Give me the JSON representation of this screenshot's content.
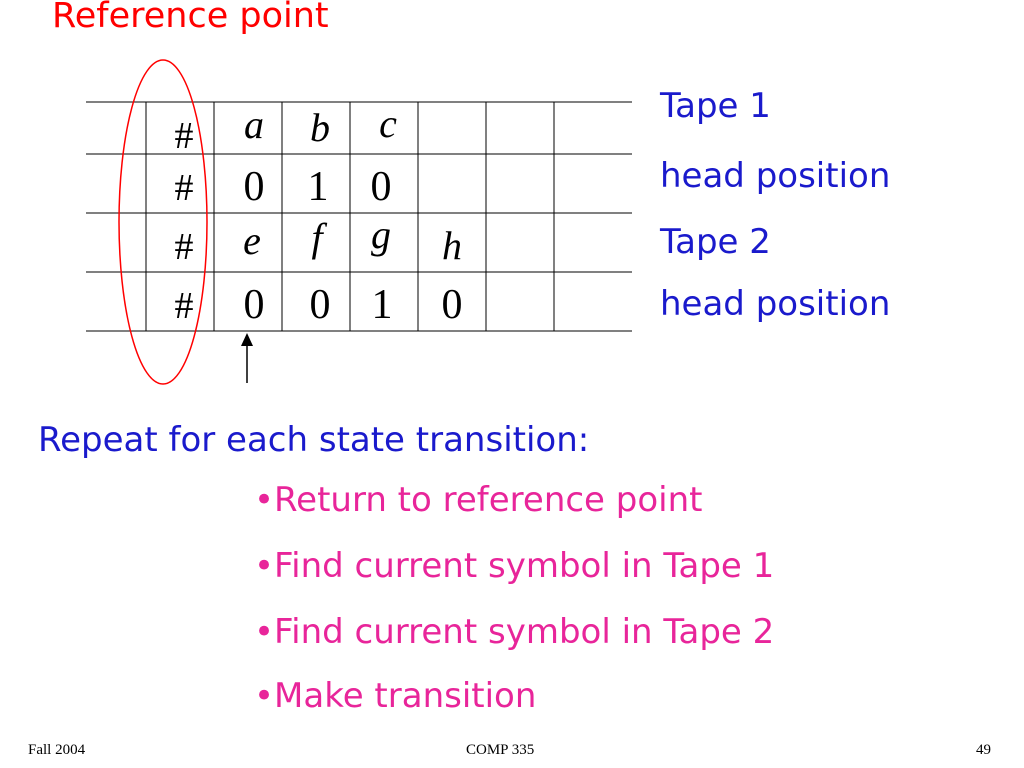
{
  "slide": {
    "title": "Reference point",
    "labels": {
      "tape1": "Tape 1",
      "tape1_head": "head position",
      "tape2": "Tape 2",
      "tape2_head": "head position"
    },
    "rows": [
      {
        "cells": [
          "#",
          "a",
          "b",
          "c"
        ]
      },
      {
        "cells": [
          "#",
          "0",
          "1",
          "0"
        ]
      },
      {
        "cells": [
          "#",
          "e",
          "f",
          "g",
          "h"
        ]
      },
      {
        "cells": [
          "#",
          "0",
          "0",
          "1",
          "0"
        ]
      }
    ],
    "repeat_heading": "Repeat for each state transition:",
    "bullets": [
      "•Return to reference point",
      "•Find current symbol in Tape 1",
      "•Find current symbol in Tape 2",
      "•Make transition"
    ],
    "colors": {
      "title": "#ff0000",
      "labels": "#1a1acc",
      "bullets": "#e8259a",
      "ellipse": "#ff0000"
    }
  },
  "footer": {
    "left": "Fall 2004",
    "center": "COMP 335",
    "right": "49"
  }
}
